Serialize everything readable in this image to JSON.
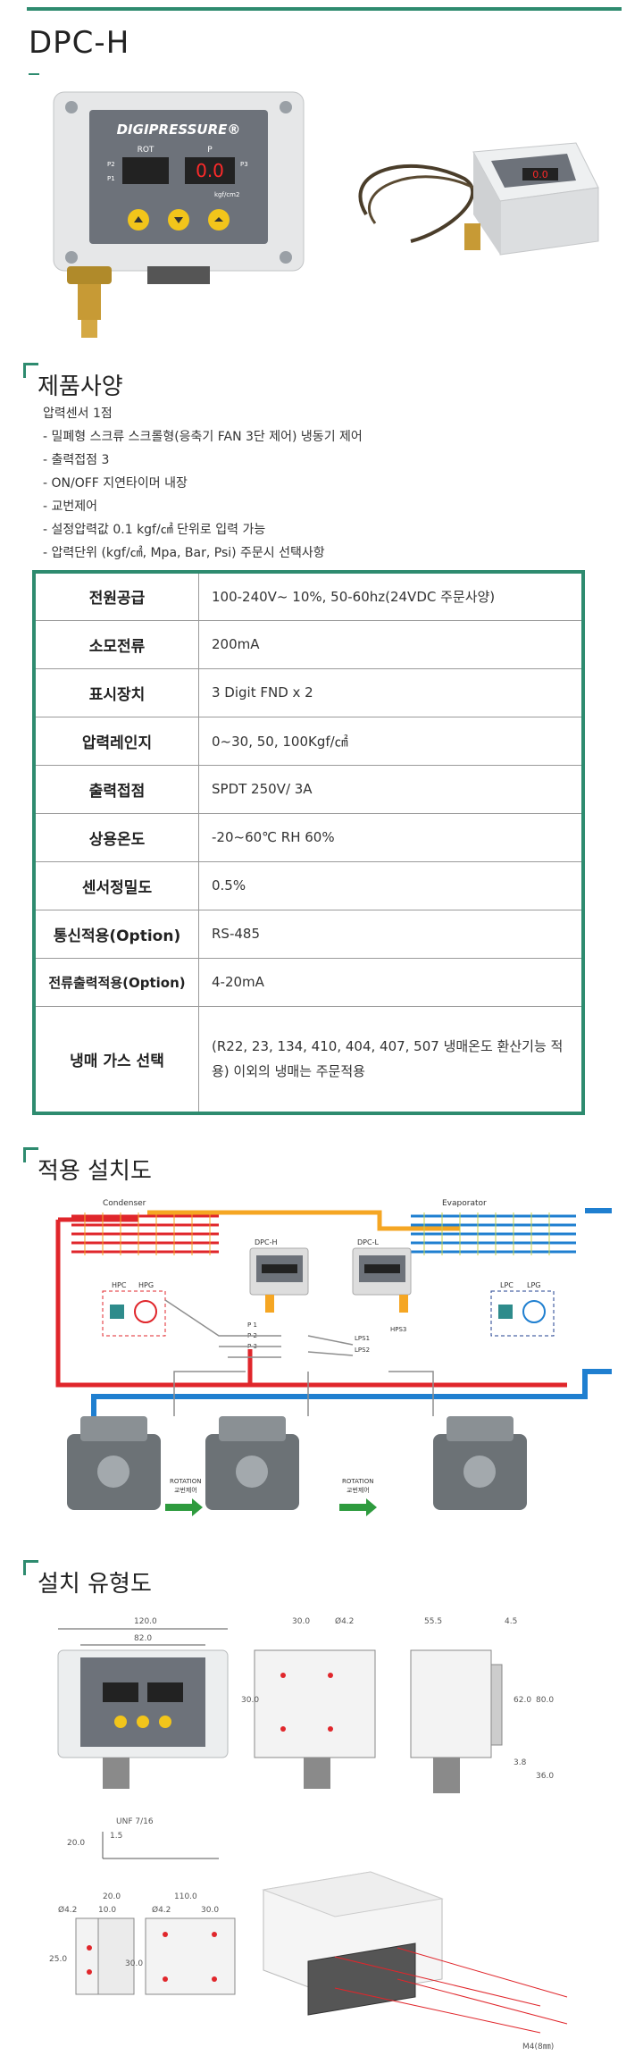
{
  "header": {
    "title": "DPC-H"
  },
  "device": {
    "brand": "DIGIPRESSURE®",
    "rot": "ROT",
    "p": "P",
    "p1": "P1",
    "p2": "P2",
    "p3": "P3",
    "display": "0.0",
    "unit": "kgf/cm2",
    "colors": {
      "body": "#e8e8e8",
      "panel": "#6d727a",
      "led": "#ff2a2a",
      "button": "#f2c51b"
    }
  },
  "spec_section": {
    "heading": "제품사양",
    "list": [
      "압력센서 1점",
      "- 밀폐형 스크류 스크롤형(응축기 FAN 3단 제어) 냉동기 제어",
      "- 출력접점 3",
      "- ON/OFF 지연타이머 내장",
      "- 교번제어",
      "- 설정압력값 0.1 kgf/㎠ 단위로 입력 가능",
      "- 압력단위 (kgf/㎠, Mpa, Bar, Psi) 주문시 선택사항"
    ]
  },
  "spec_table": [
    {
      "key": "전원공급",
      "value": "100-240V~ 10%, 50-60hz(24VDC 주문사양)"
    },
    {
      "key": "소모전류",
      "value": "200mA"
    },
    {
      "key": "표시장치",
      "value": "3 Digit FND x 2"
    },
    {
      "key": "압력레인지",
      "value": "0~30, 50, 100Kgf/㎠"
    },
    {
      "key": "출력접점",
      "value": "SPDT 250V/ 3A"
    },
    {
      "key": "상용온도",
      "value": "-20~60℃ RH 60%"
    },
    {
      "key": "센서정밀도",
      "value": "0.5%"
    },
    {
      "key": "통신적용(Option)",
      "value": "RS-485"
    },
    {
      "key": "전류출력적용(Option)",
      "value": "4-20mA"
    },
    {
      "key": "냉매 가스 선택",
      "value": "(R22, 23, 134, 410, 404, 407, 507 냉매온도 환산기능 적용) 이외의 냉매는 주문적용"
    }
  ],
  "install_section": {
    "heading": "적용 설치도",
    "labels": {
      "condenser": "Condenser",
      "evaporator": "Evaporator",
      "dpch": "DPC-H",
      "dpcl": "DPC-L",
      "hpc": "HPC",
      "hpg": "HPG",
      "lpc": "LPC",
      "lpg": "LPG",
      "p1": "P 1",
      "p2": "P 2",
      "p3": "P 3",
      "lps1": "LPS1",
      "lps2": "LPS2",
      "hps3": "HPS3",
      "rotation": "ROTATION",
      "rotation_kr": "교번제어"
    },
    "colors": {
      "hot": "#e0262b",
      "cold": "#1f7fd0",
      "orange": "#f5a623",
      "wire": "#8e8e8e"
    }
  },
  "dims_section": {
    "heading": "설치 유형도",
    "labels": {
      "w120": "120.0",
      "w82": "82.0",
      "w30": "30.0",
      "d42": "Ø4.2",
      "h30": "30.0",
      "w555": "55.5",
      "w45": "4.5",
      "h620": "62.0",
      "h800": "80.0",
      "h38": "3.8",
      "h360": "36.0",
      "unf": "UNF 7/16",
      "b200": "20.0",
      "b15": "1.5",
      "b200b": "20.0",
      "b42": "Ø4.2",
      "b100": "10.0",
      "b250": "25.0",
      "b110": "110.0",
      "b42b": "Ø4.2",
      "b300": "30.0",
      "b300b": "30.0",
      "m4": "M4(8㎜)"
    }
  }
}
